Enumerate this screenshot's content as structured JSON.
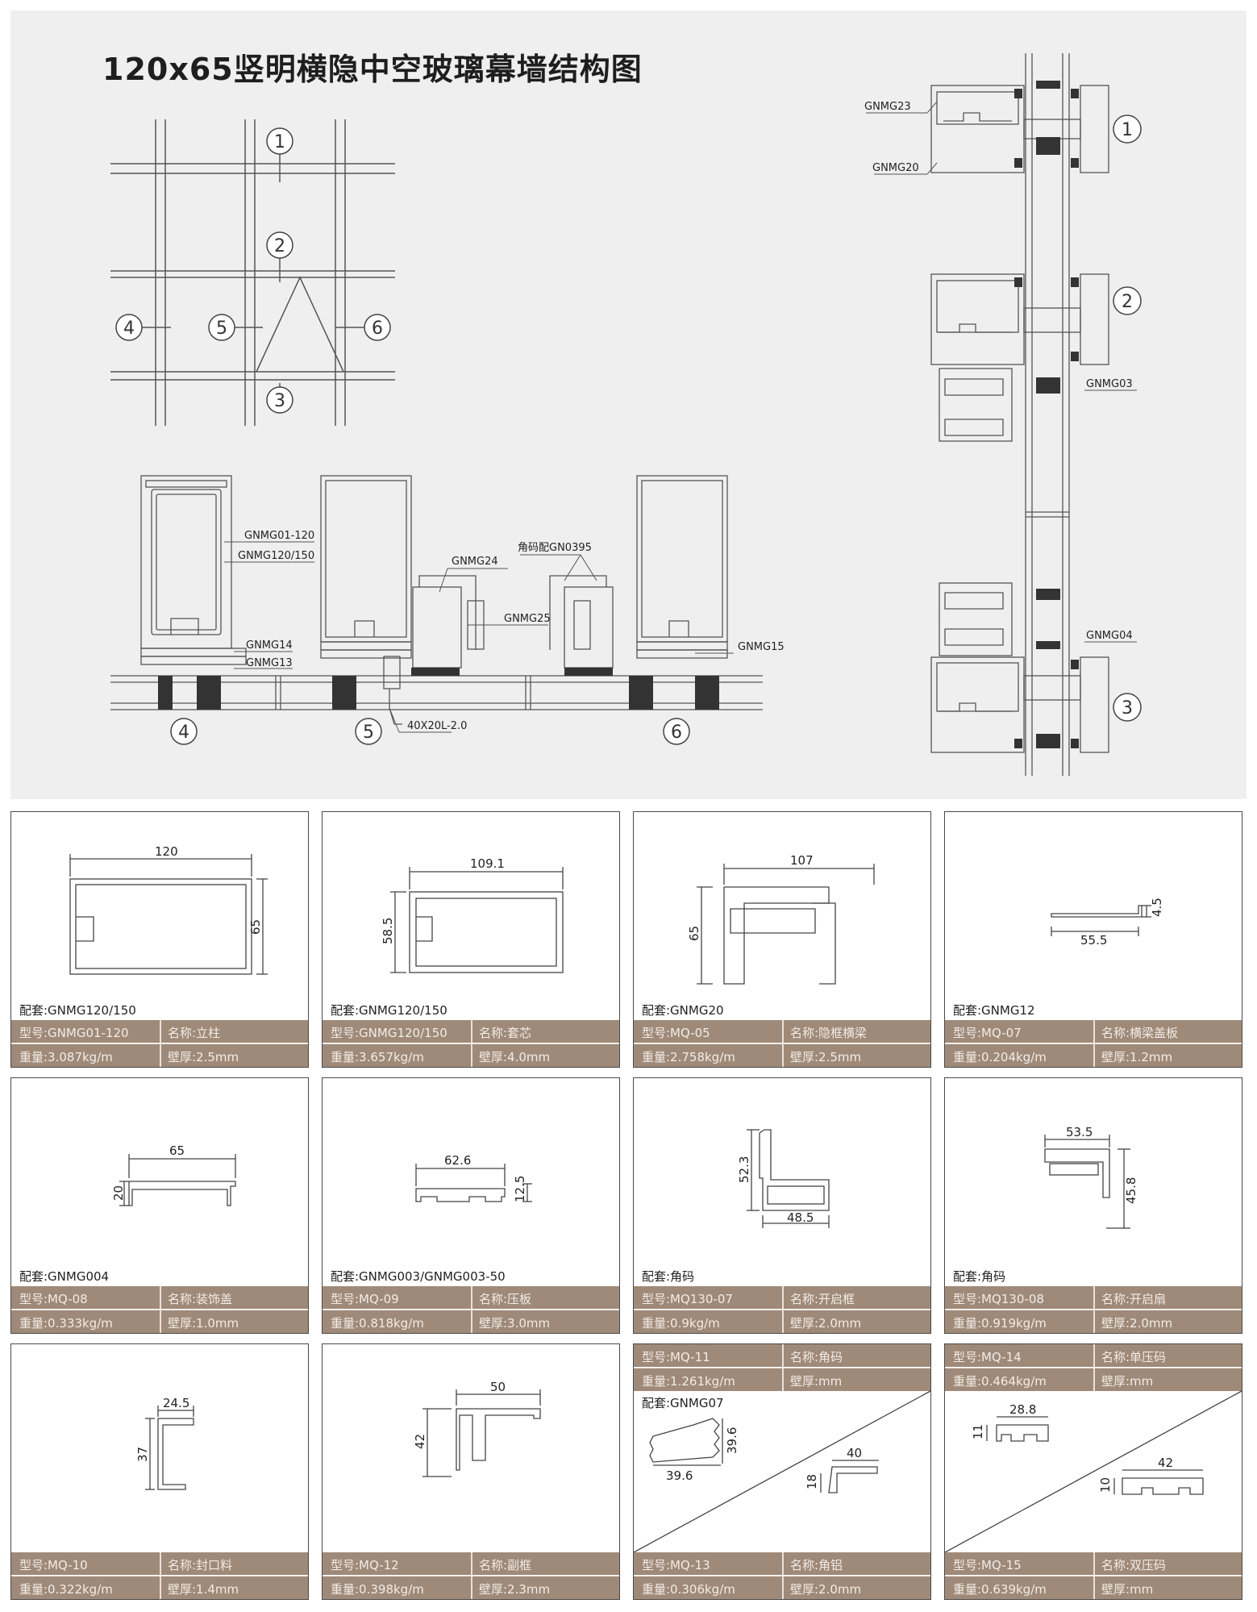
{
  "title": "120x65竖明横隐中空玻璃幕墙结构图",
  "grid": {
    "markers": [
      "1",
      "2",
      "3",
      "4",
      "5",
      "6"
    ]
  },
  "plan": {
    "labels": {
      "gnmg01": "GNMG01-120",
      "gnmg120": "GNMG120/150",
      "gnmg14": "GNMG14",
      "gnmg13": "GNMG13",
      "gnmg24": "GNMG24",
      "gnmg25": "GNMG25",
      "corner": "角码配GN0395",
      "gnmg15": "GNMG15",
      "tube": "40X20L-2.0"
    },
    "markers": [
      "4",
      "5",
      "6"
    ]
  },
  "section": {
    "labels": {
      "gnmg23": "GNMG23",
      "gnmg20": "GNMG20",
      "gnmg03": "GNMG03",
      "gnmg04": "GNMG04"
    },
    "markers": [
      "1",
      "2",
      "3"
    ]
  },
  "cards": [
    {
      "set": "配套:GNMG120/150",
      "model": "型号:GNMG01-120",
      "name": "名称:立柱",
      "weight": "重量:3.087kg/m",
      "wall": "壁厚:2.5mm",
      "dims": [
        "120",
        "65"
      ]
    },
    {
      "set": "配套:GNMG120/150",
      "model": "型号:GNMG120/150",
      "name": "名称:套芯",
      "weight": "重量:3.657kg/m",
      "wall": "壁厚:4.0mm",
      "dims": [
        "109.1",
        "58.5"
      ]
    },
    {
      "set": "配套:GNMG20",
      "model": "型号:MQ-05",
      "name": "名称:隐框横梁",
      "weight": "重量:2.758kg/m",
      "wall": "壁厚:2.5mm",
      "dims": [
        "107",
        "65"
      ]
    },
    {
      "set": "配套:GNMG12",
      "model": "型号:MQ-07",
      "name": "名称:横梁盖板",
      "weight": "重量:0.204kg/m",
      "wall": "壁厚:1.2mm",
      "dims": [
        "55.5",
        "4.5"
      ]
    },
    {
      "set": "配套:GNMG004",
      "model": "型号:MQ-08",
      "name": "名称:装饰盖",
      "weight": "重量:0.333kg/m",
      "wall": "壁厚:1.0mm",
      "dims": [
        "65",
        "20"
      ]
    },
    {
      "set": "配套:GNMG003/GNMG003-50",
      "model": "型号:MQ-09",
      "name": "名称:压板",
      "weight": "重量:0.818kg/m",
      "wall": "壁厚:3.0mm",
      "dims": [
        "62.6",
        "12.5"
      ]
    },
    {
      "set": "配套:角码",
      "model": "型号:MQ130-07",
      "name": "名称:开启框",
      "weight": "重量:0.9kg/m",
      "wall": "壁厚:2.0mm",
      "dims": [
        "52.3",
        "48.5"
      ]
    },
    {
      "set": "配套:角码",
      "model": "型号:MQ130-08",
      "name": "名称:开启扇",
      "weight": "重量:0.919kg/m",
      "wall": "壁厚:2.0mm",
      "dims": [
        "53.5",
        "45.8"
      ]
    },
    {
      "set": "",
      "model": "型号:MQ-10",
      "name": "名称:封口料",
      "weight": "重量:0.322kg/m",
      "wall": "壁厚:1.4mm",
      "dims": [
        "24.5",
        "37"
      ]
    },
    {
      "set": "",
      "model": "型号:MQ-12",
      "name": "名称:副框",
      "weight": "重量:0.398kg/m",
      "wall": "壁厚:2.3mm",
      "dims": [
        "50",
        "42"
      ]
    },
    {
      "set": "配套:GNMG07",
      "model": "型号:MQ-13",
      "name": "名称:角铝",
      "weight": "重量:0.306kg/m",
      "wall": "壁厚:2.0mm",
      "dims": [
        "39.6",
        "39.6",
        "40",
        "18"
      ],
      "top_model": "型号:MQ-11",
      "top_name": "名称:角码",
      "top_weight": "重量:1.261kg/m",
      "top_wall": "壁厚:mm"
    },
    {
      "set": "",
      "model": "型号:MQ-15",
      "name": "名称:双压码",
      "weight": "重量:0.639kg/m",
      "wall": "壁厚:mm",
      "dims": [
        "28.8",
        "11",
        "42",
        "10"
      ],
      "top_model": "型号:MQ-14",
      "top_name": "名称:单压码",
      "top_weight": "重量:0.464kg/m",
      "top_wall": "壁厚:mm"
    }
  ],
  "colors": {
    "panel": "#efefef",
    "spec": "#9f8a79",
    "line": "#555555"
  }
}
